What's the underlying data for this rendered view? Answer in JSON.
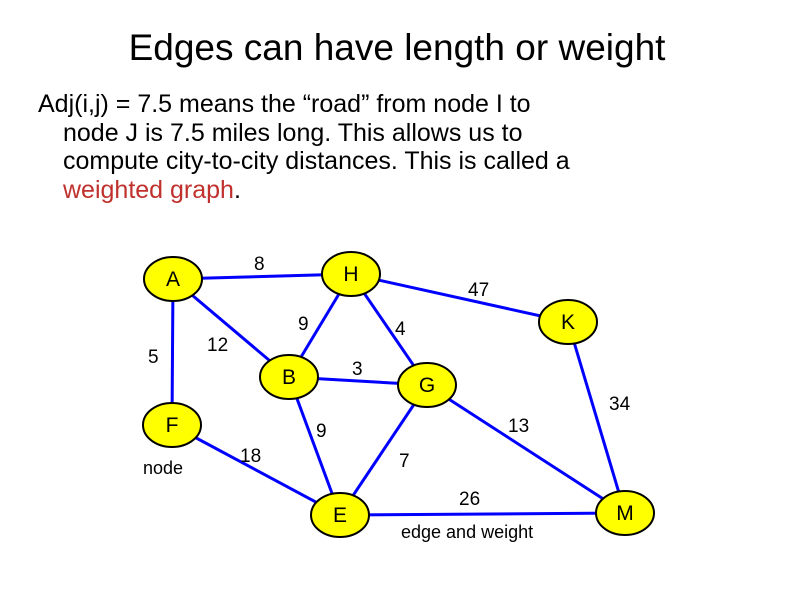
{
  "title": "Edges can have length or weight",
  "body": {
    "line1": "Adj(i,j) = 7.5 means the “road” from node I to",
    "line2": "node J is 7.5 miles long.  This allows us to",
    "line3": "compute city-to-city distances.  This is called a",
    "term": "weighted graph",
    "term_end": "."
  },
  "colors": {
    "node_fill": "#ffff00",
    "node_stroke": "#000000",
    "edge": "#0000ff",
    "accent": "#c0302c"
  },
  "graph": {
    "nodes": [
      {
        "id": "A",
        "label": "A"
      },
      {
        "id": "H",
        "label": "H"
      },
      {
        "id": "K",
        "label": "K"
      },
      {
        "id": "B",
        "label": "B"
      },
      {
        "id": "G",
        "label": "G"
      },
      {
        "id": "F",
        "label": "F"
      },
      {
        "id": "E",
        "label": "E"
      },
      {
        "id": "M",
        "label": "M"
      }
    ],
    "edges": [
      {
        "from": "A",
        "to": "H",
        "weight": "8"
      },
      {
        "from": "A",
        "to": "F",
        "weight": "5"
      },
      {
        "from": "A",
        "to": "B",
        "weight": "12"
      },
      {
        "from": "H",
        "to": "K",
        "weight": "47"
      },
      {
        "from": "H",
        "to": "B",
        "weight": "9"
      },
      {
        "from": "H",
        "to": "G",
        "weight": "4"
      },
      {
        "from": "B",
        "to": "G",
        "weight": "3"
      },
      {
        "from": "B",
        "to": "E",
        "weight": "9"
      },
      {
        "from": "G",
        "to": "E",
        "weight": "7"
      },
      {
        "from": "G",
        "to": "M",
        "weight": "13"
      },
      {
        "from": "K",
        "to": "M",
        "weight": "34"
      },
      {
        "from": "F",
        "to": "E",
        "weight": "18"
      },
      {
        "from": "E",
        "to": "M",
        "weight": "26"
      }
    ],
    "captions": {
      "node": "node",
      "edge_and_weight": "edge and weight"
    }
  }
}
